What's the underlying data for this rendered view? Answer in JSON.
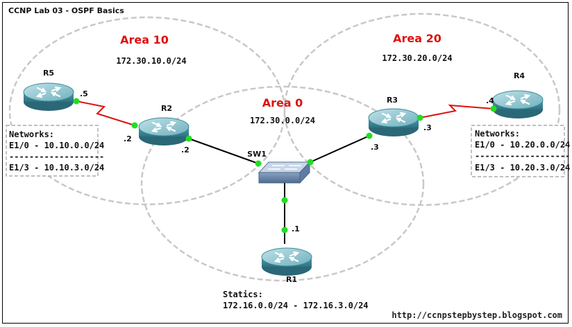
{
  "title": "CCNP Lab 03 - OSPF Basics",
  "areas": {
    "area10": {
      "name": "Area 10",
      "subnet": "172.30.10.0/24"
    },
    "area20": {
      "name": "Area 20",
      "subnet": "172.30.20.0/24"
    },
    "area0": {
      "name": "Area 0",
      "subnet": "172.30.0.0/24"
    }
  },
  "devices": {
    "r5": "R5",
    "r2": "R2",
    "r3": "R3",
    "r4": "R4",
    "r1": "R1",
    "sw1": "SW1"
  },
  "interfaces": {
    "r5": ".5",
    "r2_serial": ".2",
    "r2_eth": ".2",
    "r3_eth": ".3",
    "r3_serial": ".3",
    "r4": ".4",
    "r1": ".1"
  },
  "networks_left": {
    "heading": "Networks:",
    "line1": "E1/0 - 10.10.0.0/24",
    "separator": "-------------------",
    "line2": "E1/3 - 10.10.3.0/24"
  },
  "networks_right": {
    "heading": "Networks:",
    "line1": "E1/0 - 10.20.0.0/24",
    "separator": "-------------------",
    "line2": "E1/3 - 10.20.3.0/24"
  },
  "statics": {
    "heading": "Statics:",
    "line": "172.16.0.0/24 - 172.16.3.0/24"
  },
  "url": "http://ccnpstepbystep.blogspot.com",
  "colors": {
    "area_label": "#dd1111",
    "serial_link": "#dd1111",
    "ethernet_link": "#000000",
    "port_dot": "#22dd22",
    "router_body": "#3d8a9a",
    "router_top": "#8ec5cf",
    "area_ring": "#c8c8c8"
  }
}
